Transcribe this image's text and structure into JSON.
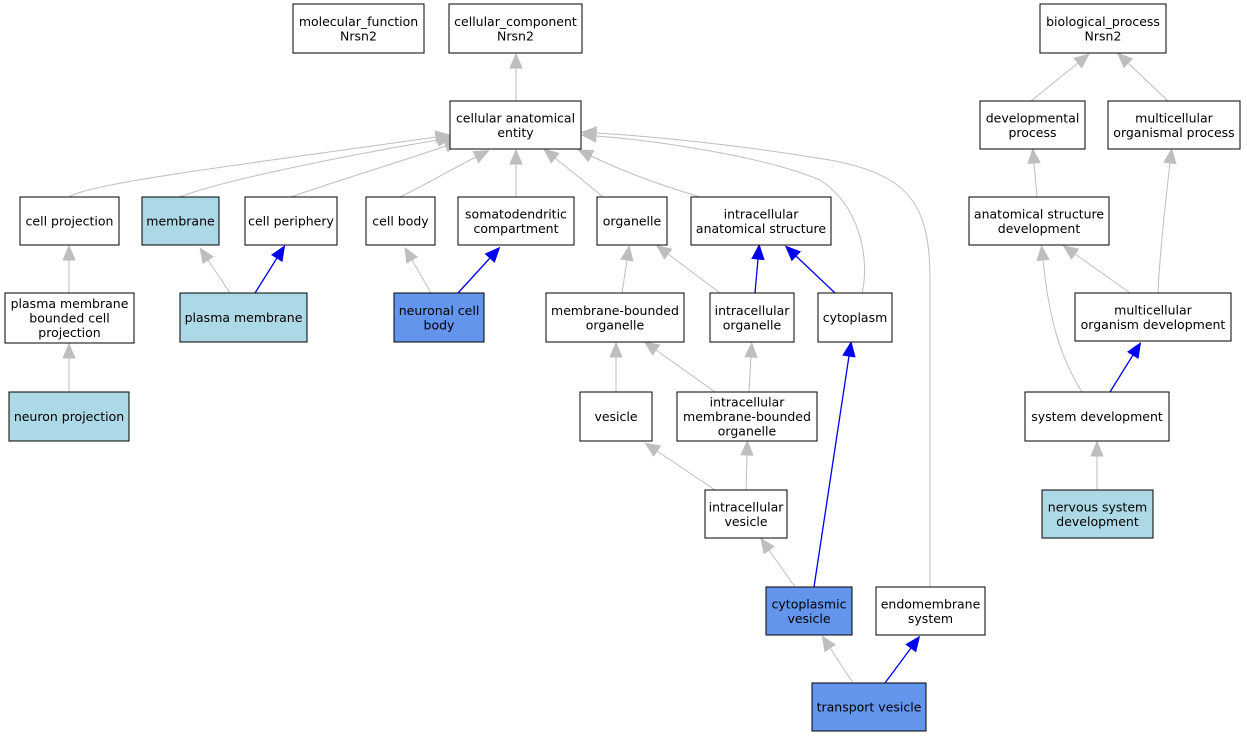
{
  "colors": {
    "node_default": "#ffffff",
    "node_light": "#add8e6",
    "node_dark": "#6495ed",
    "edge_gray": "#bebebe",
    "edge_blue": "#0000ee"
  },
  "nodes": [
    {
      "id": "molecular_function",
      "lines": [
        "molecular_function",
        "Nrsn2"
      ],
      "fill": "default"
    },
    {
      "id": "cellular_component",
      "lines": [
        "cellular_component",
        "Nrsn2"
      ],
      "fill": "default"
    },
    {
      "id": "biological_process",
      "lines": [
        "biological_process",
        "Nrsn2"
      ],
      "fill": "default"
    },
    {
      "id": "cellular_anatomical_entity",
      "lines": [
        "cellular anatomical",
        "entity"
      ],
      "fill": "default"
    },
    {
      "id": "developmental_process",
      "lines": [
        "developmental",
        "process"
      ],
      "fill": "default"
    },
    {
      "id": "multicellular_organismal_process",
      "lines": [
        "multicellular",
        "organismal process"
      ],
      "fill": "default"
    },
    {
      "id": "cell_projection",
      "lines": [
        "cell projection"
      ],
      "fill": "default"
    },
    {
      "id": "membrane",
      "lines": [
        "membrane"
      ],
      "fill": "light"
    },
    {
      "id": "cell_periphery",
      "lines": [
        "cell periphery"
      ],
      "fill": "default"
    },
    {
      "id": "cell_body",
      "lines": [
        "cell body"
      ],
      "fill": "default"
    },
    {
      "id": "somatodendritic_compartment",
      "lines": [
        "somatodendritic",
        "compartment"
      ],
      "fill": "default"
    },
    {
      "id": "organelle",
      "lines": [
        "organelle"
      ],
      "fill": "default"
    },
    {
      "id": "intracellular_anatomical_structure",
      "lines": [
        "intracellular",
        "anatomical structure"
      ],
      "fill": "default"
    },
    {
      "id": "anatomical_structure_development",
      "lines": [
        "anatomical structure",
        "development"
      ],
      "fill": "default"
    },
    {
      "id": "pm_bounded_cell_projection",
      "lines": [
        "plasma membrane",
        "bounded cell",
        "projection"
      ],
      "fill": "default"
    },
    {
      "id": "plasma_membrane",
      "lines": [
        "plasma membrane"
      ],
      "fill": "light"
    },
    {
      "id": "neuronal_cell_body",
      "lines": [
        "neuronal cell",
        "body"
      ],
      "fill": "dark"
    },
    {
      "id": "membrane_bounded_organelle",
      "lines": [
        "membrane-bounded",
        "organelle"
      ],
      "fill": "default"
    },
    {
      "id": "intracellular_organelle",
      "lines": [
        "intracellular",
        "organelle"
      ],
      "fill": "default"
    },
    {
      "id": "cytoplasm",
      "lines": [
        "cytoplasm"
      ],
      "fill": "default"
    },
    {
      "id": "multicellular_organism_development",
      "lines": [
        "multicellular",
        "organism development"
      ],
      "fill": "default"
    },
    {
      "id": "neuron_projection",
      "lines": [
        "neuron projection"
      ],
      "fill": "light"
    },
    {
      "id": "vesicle",
      "lines": [
        "vesicle"
      ],
      "fill": "default"
    },
    {
      "id": "intracellular_mb_organelle",
      "lines": [
        "intracellular",
        "membrane-bounded",
        "organelle"
      ],
      "fill": "default"
    },
    {
      "id": "system_development",
      "lines": [
        "system development"
      ],
      "fill": "default"
    },
    {
      "id": "intracellular_vesicle",
      "lines": [
        "intracellular",
        "vesicle"
      ],
      "fill": "default"
    },
    {
      "id": "nervous_system_development",
      "lines": [
        "nervous system",
        "development"
      ],
      "fill": "light"
    },
    {
      "id": "cytoplasmic_vesicle",
      "lines": [
        "cytoplasmic",
        "vesicle"
      ],
      "fill": "dark"
    },
    {
      "id": "endomembrane_system",
      "lines": [
        "endomembrane",
        "system"
      ],
      "fill": "default"
    },
    {
      "id": "transport_vesicle",
      "lines": [
        "transport vesicle"
      ],
      "fill": "dark"
    }
  ],
  "edges": [
    {
      "from": "cellular_anatomical_entity",
      "to": "cellular_component",
      "color": "gray"
    },
    {
      "from": "cell_projection",
      "to": "cellular_anatomical_entity",
      "color": "gray"
    },
    {
      "from": "membrane",
      "to": "cellular_anatomical_entity",
      "color": "gray"
    },
    {
      "from": "cell_periphery",
      "to": "cellular_anatomical_entity",
      "color": "gray"
    },
    {
      "from": "cell_body",
      "to": "cellular_anatomical_entity",
      "color": "gray"
    },
    {
      "from": "somatodendritic_compartment",
      "to": "cellular_anatomical_entity",
      "color": "gray"
    },
    {
      "from": "organelle",
      "to": "cellular_anatomical_entity",
      "color": "gray"
    },
    {
      "from": "intracellular_anatomical_structure",
      "to": "cellular_anatomical_entity",
      "color": "gray"
    },
    {
      "from": "cytoplasm",
      "to": "cellular_anatomical_entity",
      "color": "gray"
    },
    {
      "from": "endomembrane_system",
      "to": "cellular_anatomical_entity",
      "color": "gray"
    },
    {
      "from": "pm_bounded_cell_projection",
      "to": "cell_projection",
      "color": "gray"
    },
    {
      "from": "neuron_projection",
      "to": "pm_bounded_cell_projection",
      "color": "gray"
    },
    {
      "from": "plasma_membrane",
      "to": "membrane",
      "color": "gray"
    },
    {
      "from": "plasma_membrane",
      "to": "cell_periphery",
      "color": "blue"
    },
    {
      "from": "neuronal_cell_body",
      "to": "cell_body",
      "color": "gray"
    },
    {
      "from": "neuronal_cell_body",
      "to": "somatodendritic_compartment",
      "color": "blue"
    },
    {
      "from": "membrane_bounded_organelle",
      "to": "organelle",
      "color": "gray"
    },
    {
      "from": "intracellular_organelle",
      "to": "organelle",
      "color": "gray"
    },
    {
      "from": "intracellular_organelle",
      "to": "intracellular_anatomical_structure",
      "color": "blue"
    },
    {
      "from": "cytoplasm",
      "to": "intracellular_anatomical_structure",
      "color": "blue"
    },
    {
      "from": "vesicle",
      "to": "membrane_bounded_organelle",
      "color": "gray"
    },
    {
      "from": "intracellular_mb_organelle",
      "to": "membrane_bounded_organelle",
      "color": "gray"
    },
    {
      "from": "intracellular_mb_organelle",
      "to": "intracellular_organelle",
      "color": "gray"
    },
    {
      "from": "intracellular_vesicle",
      "to": "vesicle",
      "color": "gray"
    },
    {
      "from": "intracellular_vesicle",
      "to": "intracellular_mb_organelle",
      "color": "gray"
    },
    {
      "from": "cytoplasmic_vesicle",
      "to": "intracellular_vesicle",
      "color": "gray"
    },
    {
      "from": "cytoplasmic_vesicle",
      "to": "cytoplasm",
      "color": "blue"
    },
    {
      "from": "transport_vesicle",
      "to": "cytoplasmic_vesicle",
      "color": "gray"
    },
    {
      "from": "transport_vesicle",
      "to": "endomembrane_system",
      "color": "blue"
    },
    {
      "from": "developmental_process",
      "to": "biological_process",
      "color": "gray"
    },
    {
      "from": "multicellular_organismal_process",
      "to": "biological_process",
      "color": "gray"
    },
    {
      "from": "anatomical_structure_development",
      "to": "developmental_process",
      "color": "gray"
    },
    {
      "from": "multicellular_organism_development",
      "to": "anatomical_structure_development",
      "color": "gray"
    },
    {
      "from": "multicellular_organism_development",
      "to": "multicellular_organismal_process",
      "color": "gray"
    },
    {
      "from": "system_development",
      "to": "anatomical_structure_development",
      "color": "gray"
    },
    {
      "from": "system_development",
      "to": "multicellular_organism_development",
      "color": "blue"
    },
    {
      "from": "nervous_system_development",
      "to": "system_development",
      "color": "gray"
    }
  ]
}
